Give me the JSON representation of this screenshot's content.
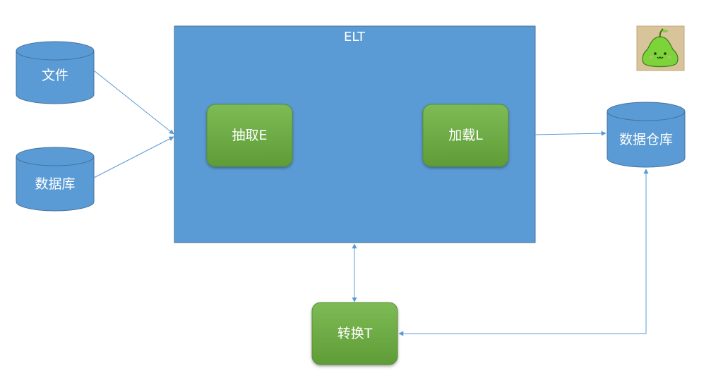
{
  "diagram": {
    "process": {
      "title": "ELT"
    },
    "sources": [
      {
        "label": "文件"
      },
      {
        "label": "数据库"
      }
    ],
    "steps": {
      "extract": "抽取E",
      "load": "加载L",
      "transform": "转换T"
    },
    "target": {
      "label": "数据仓库"
    },
    "colors": {
      "process_fill": "#5b9bd5",
      "process_border": "#41719c",
      "step_fill": "#70ad47",
      "arrow": "#5b9bd5"
    },
    "badge": {
      "icon": "green-pear-mascot-icon"
    }
  }
}
